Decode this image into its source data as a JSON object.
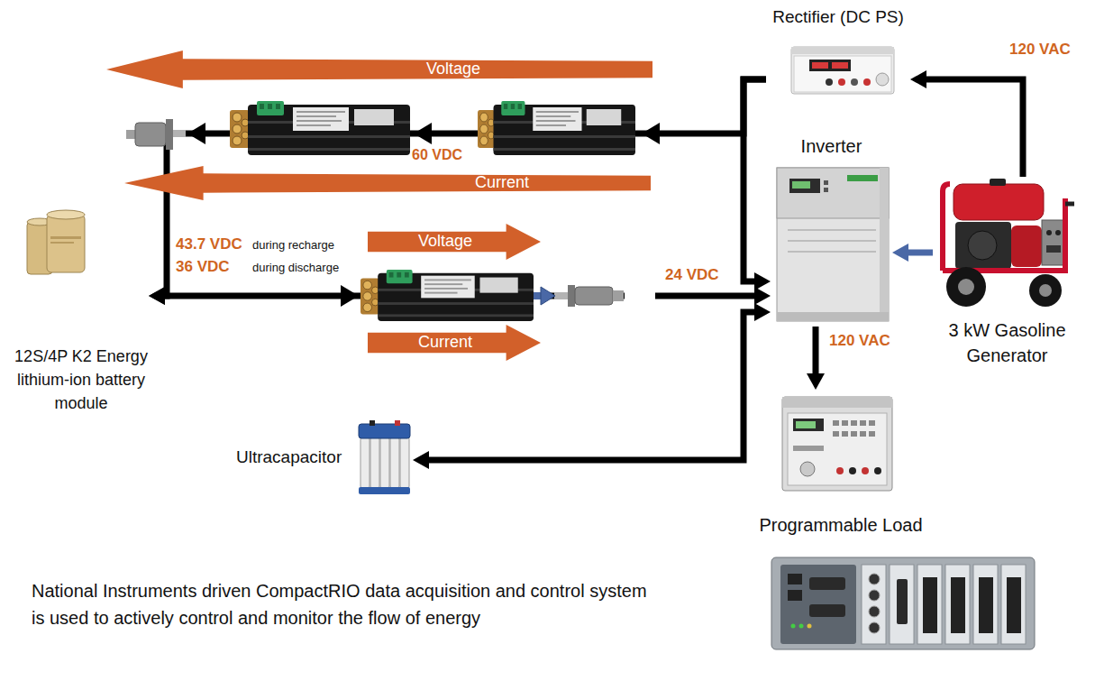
{
  "diagram": {
    "nodes": [
      {
        "text": [
          "Rectifier (DC PS)"
        ]
      },
      {
        "text": [
          "Voltage"
        ]
      },
      {
        "text": [
          "Current"
        ]
      },
      {
        "text": [
          "Inverter"
        ]
      },
      {
        "text": [
          "3 kW Gasoline Generator"
        ]
      },
      {
        "text": [
          "Voltage"
        ]
      },
      {
        "text": [
          "Current"
        ]
      },
      {
        "text": [
          "12S/4P K2 Energy lithium-ion battery module"
        ]
      },
      {
        "text": [
          "Ultracapacitor"
        ]
      },
      {
        "text": [
          "Programmable Load"
        ]
      }
    ],
    "edges": [
      {
        "from": 4,
        "to": 0,
        "arrow": "to",
        "label": "120 VAC"
      },
      {
        "from": 4,
        "to": 3,
        "arrow": "to"
      },
      {
        "from": 0,
        "to": 3,
        "arrow": "to"
      },
      {
        "from": 0,
        "to": 7,
        "arrow": "to"
      },
      {
        "from": 7,
        "to": 3,
        "arrow": "both",
        "label": "24 VDC"
      },
      {
        "from": 8,
        "to": 3,
        "arrow": "both"
      },
      {
        "from": 3,
        "to": 9,
        "arrow": "to",
        "label": "120 VAC"
      }
    ],
    "labels": [
      "60 VDC",
      "43.7 VDC",
      "during recharge",
      "36 VDC",
      "during discharge",
      "National Instruments driven CompactRIO data acquisition and control system is used to actively control and monitor the flow of energy"
    ]
  }
}
